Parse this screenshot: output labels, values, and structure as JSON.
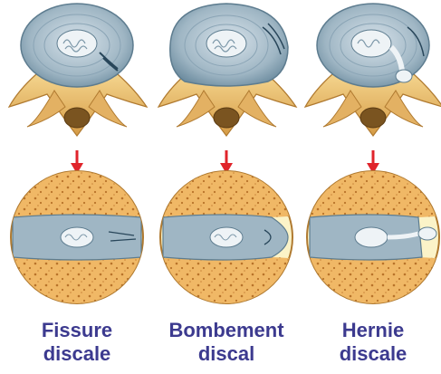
{
  "panels": [
    {
      "id": "fissure",
      "line1": "Fissure",
      "line2": "discale"
    },
    {
      "id": "bombement",
      "line1": "Bombement",
      "line2": "discal"
    },
    {
      "id": "hernie",
      "line1": "Hernie",
      "line2": "discale"
    }
  ],
  "colors": {
    "caption": "#3c3a8f",
    "bone": "#e9c17a",
    "bone_dark": "#c98f3e",
    "disc": "#9fb6c4",
    "nucleus": "#eef3f6",
    "arrow": "#e0242b",
    "ring_bg": "#fbf3c8"
  }
}
